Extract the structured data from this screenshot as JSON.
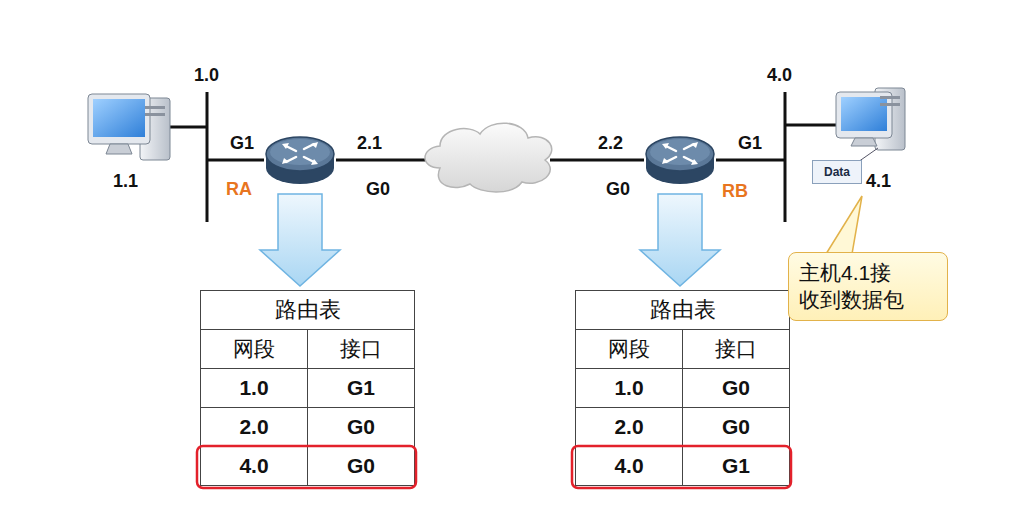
{
  "diagram": {
    "nodes": [
      {
        "text": [
          "RA"
        ]
      },
      {
        "text": [
          "RB"
        ]
      },
      {
        "text": [
          "路由表",
          "网段",
          "接口",
          "1.0",
          "G1",
          "2.0",
          "G0",
          "4.0",
          "G0"
        ]
      },
      {
        "text": [
          "路由表",
          "网段",
          "接口",
          "1.0",
          "G0",
          "2.0",
          "G0",
          "4.0",
          "G1"
        ]
      },
      {
        "text": [
          "Data"
        ]
      },
      {
        "text": [
          "主机4.1接 收到数据包"
        ]
      }
    ],
    "edges": [
      {
        "from": 0,
        "to": 2,
        "arrow": "to"
      },
      {
        "from": 1,
        "to": 3,
        "arrow": "to"
      }
    ],
    "labels": [
      "1.0",
      "1.1",
      "G1",
      "2.1",
      "G0",
      "2.2",
      "G0",
      "G1",
      "4.0",
      "4.1"
    ]
  }
}
